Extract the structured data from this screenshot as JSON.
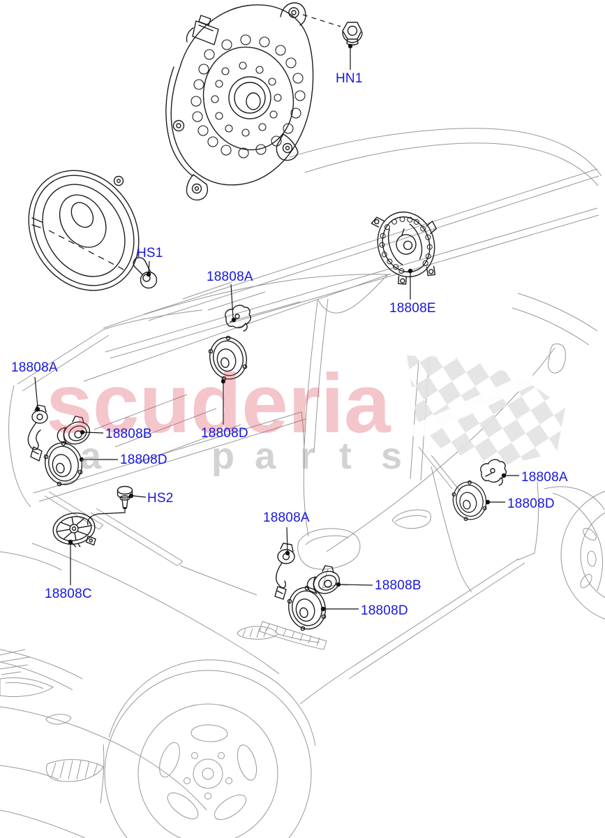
{
  "watermark": {
    "line1": "scuderia",
    "line2_letters": [
      "a",
      "p",
      "a",
      "r",
      "t",
      "s"
    ]
  },
  "colors": {
    "label": "#1717e0",
    "watermark_pink": "rgba(219,62,80,0.30)",
    "watermark_gray": "rgba(155,155,155,0.45)",
    "line_gray": "#979797",
    "part_black": "#1d1d1d",
    "checker_gray": "#e2e2e2"
  },
  "callouts": [
    {
      "id": "hn1",
      "text": "HN1"
    },
    {
      "id": "hs1",
      "text": "HS1"
    },
    {
      "id": "a-windshield",
      "text": "18808A"
    },
    {
      "id": "e-roof",
      "text": "18808E"
    },
    {
      "id": "a-cowl-left",
      "text": "18808A"
    },
    {
      "id": "b-dash-left",
      "text": "18808B"
    },
    {
      "id": "d-dash-left",
      "text": "18808D"
    },
    {
      "id": "d-windshield",
      "text": "18808D"
    },
    {
      "id": "hs2",
      "text": "HS2"
    },
    {
      "id": "a-rear-door",
      "text": "18808A"
    },
    {
      "id": "d-rear-door",
      "text": "18808D"
    },
    {
      "id": "a-front-door",
      "text": "18808A"
    },
    {
      "id": "b-front-door",
      "text": "18808B"
    },
    {
      "id": "d-front-door",
      "text": "18808D"
    },
    {
      "id": "c-dash",
      "text": "18808C"
    }
  ]
}
